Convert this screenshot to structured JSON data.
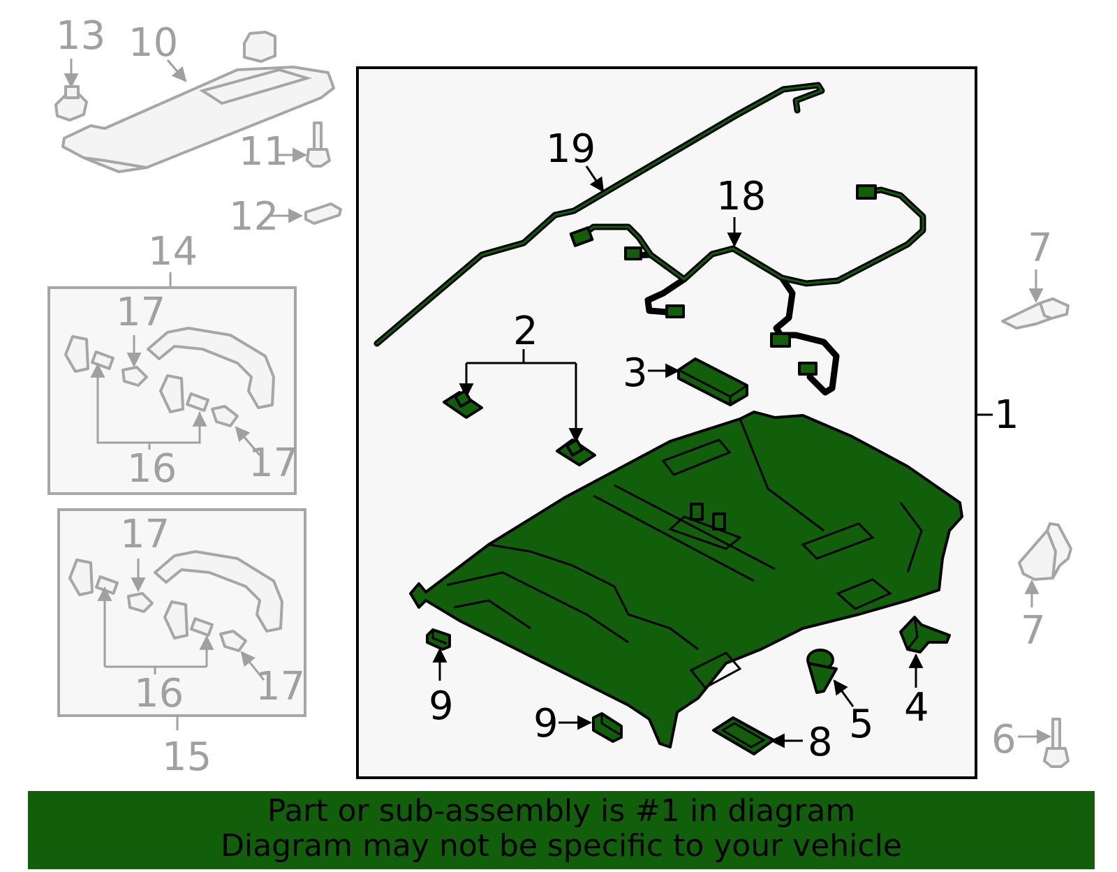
{
  "diagram": {
    "callouts": {
      "c1": "1",
      "c2": "2",
      "c3": "3",
      "c4": "4",
      "c5": "5",
      "c6": "6",
      "c7a": "7",
      "c7b": "7",
      "c8": "8",
      "c9a": "9",
      "c9b": "9",
      "c10": "10",
      "c11": "11",
      "c12": "12",
      "c13": "13",
      "c14": "14",
      "c15": "15",
      "c16a": "16",
      "c16b": "16",
      "c17a": "17",
      "c17b": "17",
      "c17c": "17",
      "c17d": "17",
      "c18": "18",
      "c19": "19"
    },
    "colors": {
      "highlight": "#115f0a",
      "ghost": "#a0a0a0",
      "frame": "#000000"
    }
  },
  "footer": {
    "line1": "Part or sub-assembly is #1 in diagram",
    "line2": "Diagram may not be specific to your vehicle"
  }
}
